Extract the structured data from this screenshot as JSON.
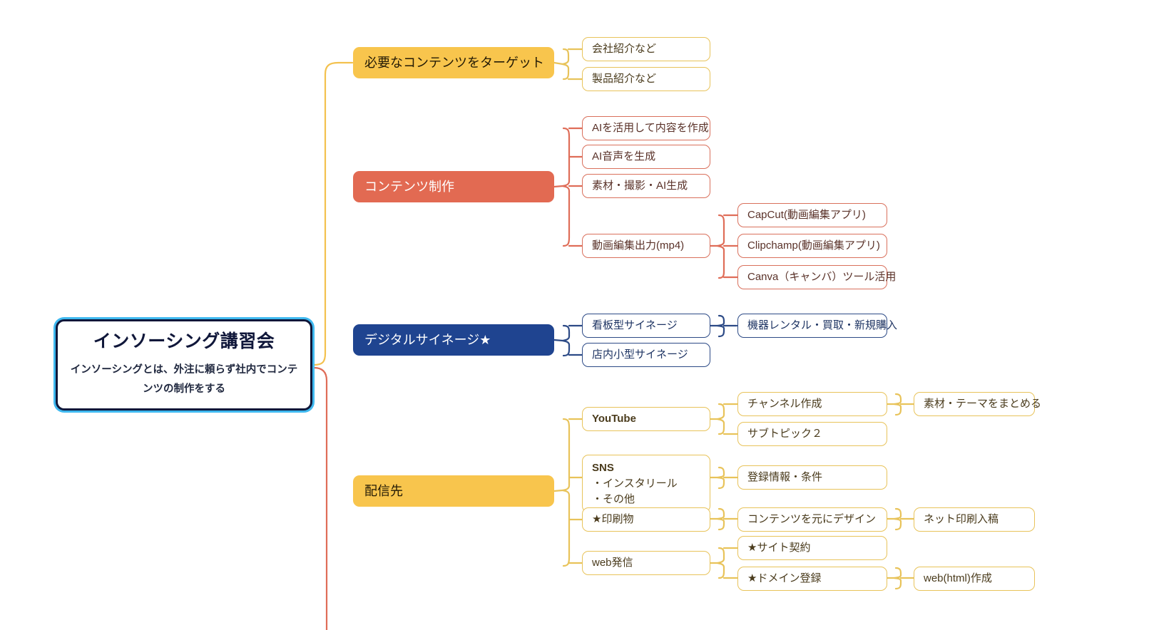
{
  "diagram": {
    "type": "mindmap",
    "background": "#ffffff",
    "palette": {
      "amber": "#f8c54d",
      "amber_border": "#e8c35a",
      "salmon": "#e26a52",
      "salmon_border": "#d9705c",
      "navy": "#1f4490",
      "navy_border": "#2c4a86",
      "root_border": "#10173a",
      "root_selection": "#3fb9f0"
    }
  },
  "root": {
    "title": "インソーシング講習会",
    "subtitle": "インソーシングとは、外注に頼らず社内でコンテンツの制作をする"
  },
  "branches": [
    {
      "id": "target",
      "label": "必要なコンテンツをターゲット",
      "color": "amber",
      "children": [
        {
          "label": "会社紹介など",
          "children": []
        },
        {
          "label": "製品紹介など",
          "children": []
        }
      ]
    },
    {
      "id": "production",
      "label": "コンテンツ制作",
      "color": "salmon",
      "children": [
        {
          "label": "AIを活用して内容を作成",
          "children": []
        },
        {
          "label": "AI音声を生成",
          "children": []
        },
        {
          "label": "素材・撮影・AI生成",
          "children": []
        },
        {
          "label": "動画編集出力(mp4)",
          "children": [
            {
              "label": "CapCut(動画編集アプリ)"
            },
            {
              "label": "Clipchamp(動画編集アプリ)"
            },
            {
              "label": "Canva（キャンバ）ツール活用"
            }
          ]
        }
      ]
    },
    {
      "id": "signage",
      "label": "デジタルサイネージ★",
      "color": "navy",
      "children": [
        {
          "label": "看板型サイネージ",
          "children": [
            {
              "label": "機器レンタル・買取・新規購入"
            }
          ]
        },
        {
          "label": "店内小型サイネージ",
          "children": []
        }
      ]
    },
    {
      "id": "distribution",
      "label": "配信先",
      "color": "amber",
      "children": [
        {
          "label": "YouTube",
          "bold": true,
          "children": [
            {
              "label": "チャンネル作成",
              "children": [
                {
                  "label": "素材・テーマをまとめる"
                }
              ]
            },
            {
              "label": "サブトピック２",
              "children": []
            }
          ]
        },
        {
          "label_head": "SNS",
          "label_body": "・インスタリール\n・その他",
          "multiline": true,
          "children": [
            {
              "label": "登録情報・条件",
              "children": []
            }
          ]
        },
        {
          "label": "★印刷物",
          "children": [
            {
              "label": "コンテンツを元にデザイン",
              "children": [
                {
                  "label": "ネット印刷入稿"
                }
              ]
            }
          ]
        },
        {
          "label": "web発信",
          "children": [
            {
              "label": "★サイト契約",
              "children": []
            },
            {
              "label": "★ドメイン登録",
              "children": [
                {
                  "label": "web(html)作成"
                }
              ]
            }
          ]
        }
      ]
    }
  ]
}
